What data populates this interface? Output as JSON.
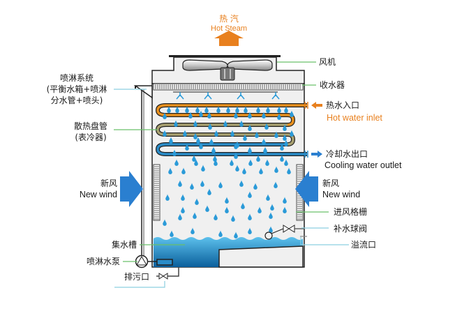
{
  "colors": {
    "steam": "#e8801e",
    "hot_pipe": "#e8901e",
    "mid_pipe": "#a8a070",
    "cold_pipe": "#2a8cc8",
    "water": "#1e8fd0",
    "droplet": "#2a9ad8",
    "wind_arrow": "#2a7fd0",
    "leader_green": "#6ac06a",
    "leader_cyan": "#8ccfe0",
    "tower_fill": "#f0f0f0",
    "outline": "#222222"
  },
  "labels": {
    "steam_cn": "热 汽",
    "steam_en": "Hot Steam",
    "fan": "风机",
    "drift_eliminator": "收水器",
    "hot_inlet_cn": "热水入口",
    "hot_inlet_en": "Hot water inlet",
    "cool_outlet_cn": "冷却水出口",
    "cool_outlet_en": "Cooling water outlet",
    "spray_system_l1": "喷淋系统",
    "spray_system_l2": "(平衡水箱+喷淋",
    "spray_system_l3": "分水管+喷头)",
    "coil_l1": "散热盘管",
    "coil_l2": "(表冷器)",
    "wind_left_cn": "新风",
    "wind_left_en": "New wind",
    "wind_right_cn": "新风",
    "wind_right_en": "New wind",
    "louver": "进风格栅",
    "makeup_valve": "补水球阀",
    "overflow": "溢流口",
    "basin": "集水槽",
    "spray_pump": "喷淋水泵",
    "drain": "排污口"
  }
}
